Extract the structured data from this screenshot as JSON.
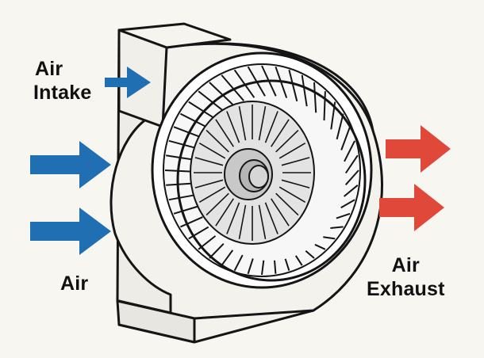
{
  "labels": {
    "air_intake_line1": "Air",
    "air_intake_line2": "Intake",
    "air_left": "Air",
    "air_exhaust_line1": "Air",
    "air_exhaust_line2": "Exhaust"
  },
  "colors": {
    "intake_arrow": "#1f6fb2",
    "exhaust_arrow": "#e0483a",
    "housing_fill": "#f1efea",
    "outline": "#151515",
    "blade_gray": "#d9d9d9",
    "hub_gray": "#bdbdbd",
    "background": "#f8f6f1"
  },
  "icons": {
    "intake_arrows": "blue-arrow-icon",
    "exhaust_arrows": "red-arrow-icon",
    "fan": "centrifugal-fan-icon"
  }
}
